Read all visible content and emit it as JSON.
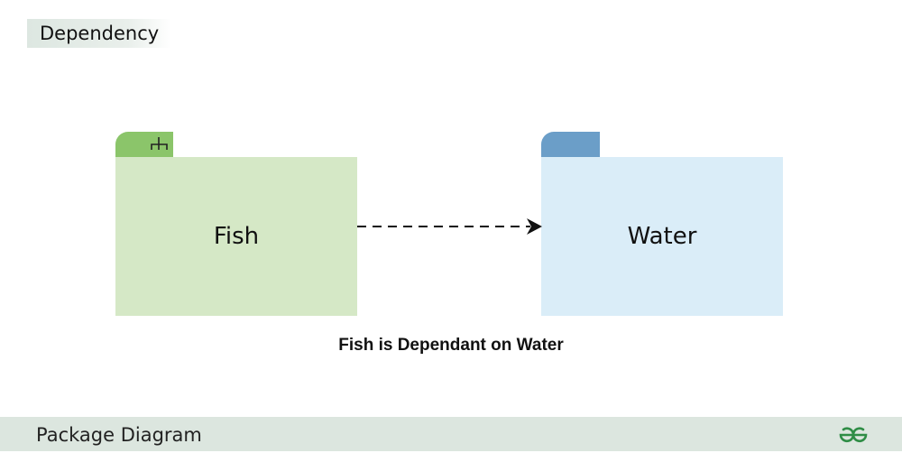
{
  "header": {
    "title": "Dependency"
  },
  "diagram": {
    "source_package": "Fish",
    "target_package": "Water",
    "relationship": "dependency",
    "caption": "Fish is Dependant on Water"
  },
  "footer": {
    "title": "Package Diagram",
    "logo_icon": "gfg-logo-icon"
  },
  "colors": {
    "fish_tab": "#8bc56a",
    "fish_body": "#d5e8c6",
    "water_tab": "#6b9ec8",
    "water_body": "#daedf8",
    "footer_bg": "#dce6df",
    "logo_green": "#2f8d46"
  }
}
